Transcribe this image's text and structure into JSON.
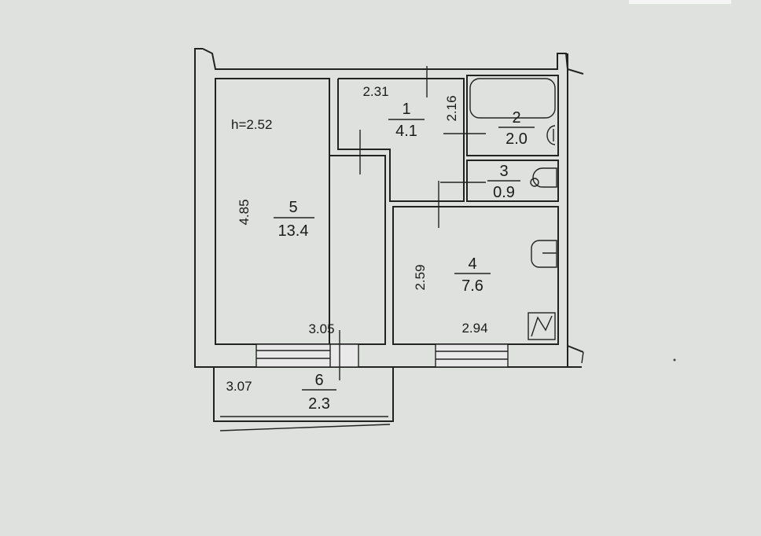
{
  "ceiling_height": "h=2.52",
  "rooms": [
    {
      "id": "5",
      "area": "13.4",
      "width": "3.05",
      "length": "4.85"
    },
    {
      "id": "1",
      "area": "4.1",
      "width": "2.31",
      "length": "2.16"
    },
    {
      "id": "2",
      "area": "2.0"
    },
    {
      "id": "3",
      "area": "0.9"
    },
    {
      "id": "4",
      "area": "7.6",
      "width": "2.94",
      "length": "2.59"
    },
    {
      "id": "6",
      "area": "2.3",
      "width": "3.07"
    }
  ]
}
